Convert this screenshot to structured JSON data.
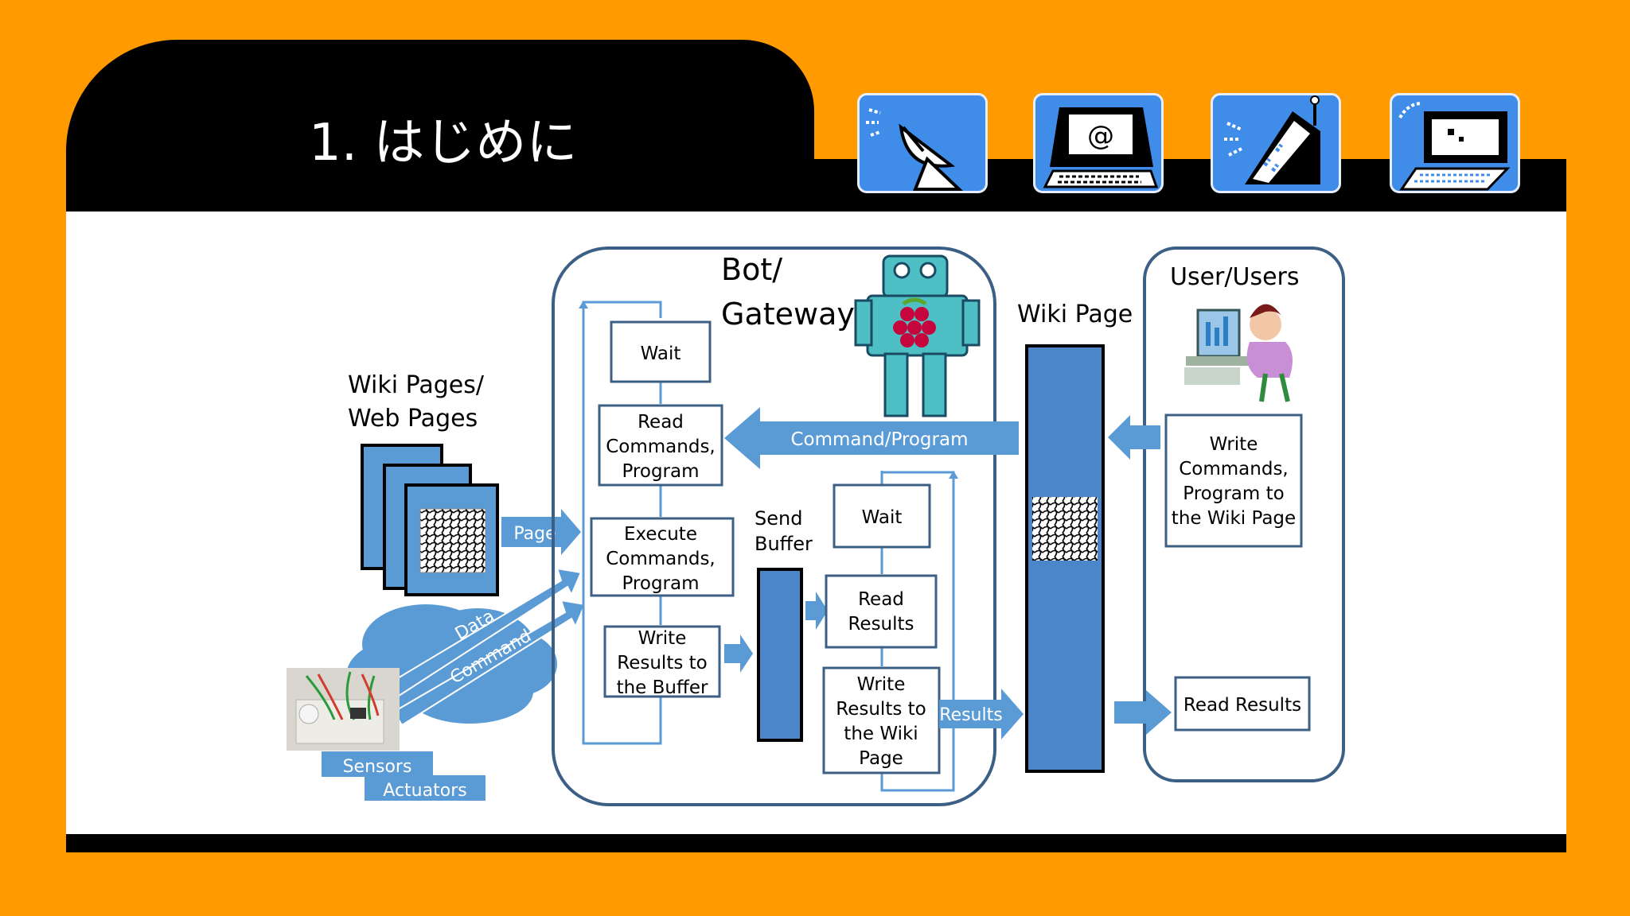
{
  "slide": {
    "title": "1. はじめに",
    "header_icons": [
      "satellite-dish-icon",
      "email-computer-icon",
      "mobile-phone-icon",
      "laptop-icon"
    ]
  },
  "colors": {
    "background": "#ff9a00",
    "bar": "#000000",
    "icon_tile": "#3f8de8",
    "arrow": "#5b9bd5",
    "block_fill": "#4a86c8",
    "box_border": "#3c5f86"
  },
  "diagram": {
    "wiki_pages_label": [
      "Wiki Pages/",
      "Web Pages"
    ],
    "page_arrow": "Page",
    "data_arrow": "Data",
    "command_arrow": "Command",
    "sensors": "Sensors",
    "actuators": "Actuators",
    "bot_label": [
      "Bot/",
      "Gateway"
    ],
    "left_loop": {
      "wait": "Wait",
      "read": [
        "Read",
        "Commands,",
        "Program"
      ],
      "execute": [
        "Execute",
        "Commands,",
        "Program"
      ],
      "write": [
        "Write",
        "Results to",
        "the Buffer"
      ]
    },
    "send_buffer": [
      "Send",
      "Buffer"
    ],
    "right_loop": {
      "wait": "Wait",
      "read": [
        "Read",
        "Results"
      ],
      "write": [
        "Write",
        "Results to",
        "the Wiki",
        "Page"
      ]
    },
    "command_program_arrow": "Command/Program",
    "results_arrow": "Results",
    "wiki_page_label": "Wiki Page",
    "user_label": "User/Users",
    "user_write": [
      "Write",
      "Commands,",
      "Program to",
      "the Wiki Page"
    ],
    "user_read": "Read Results"
  }
}
